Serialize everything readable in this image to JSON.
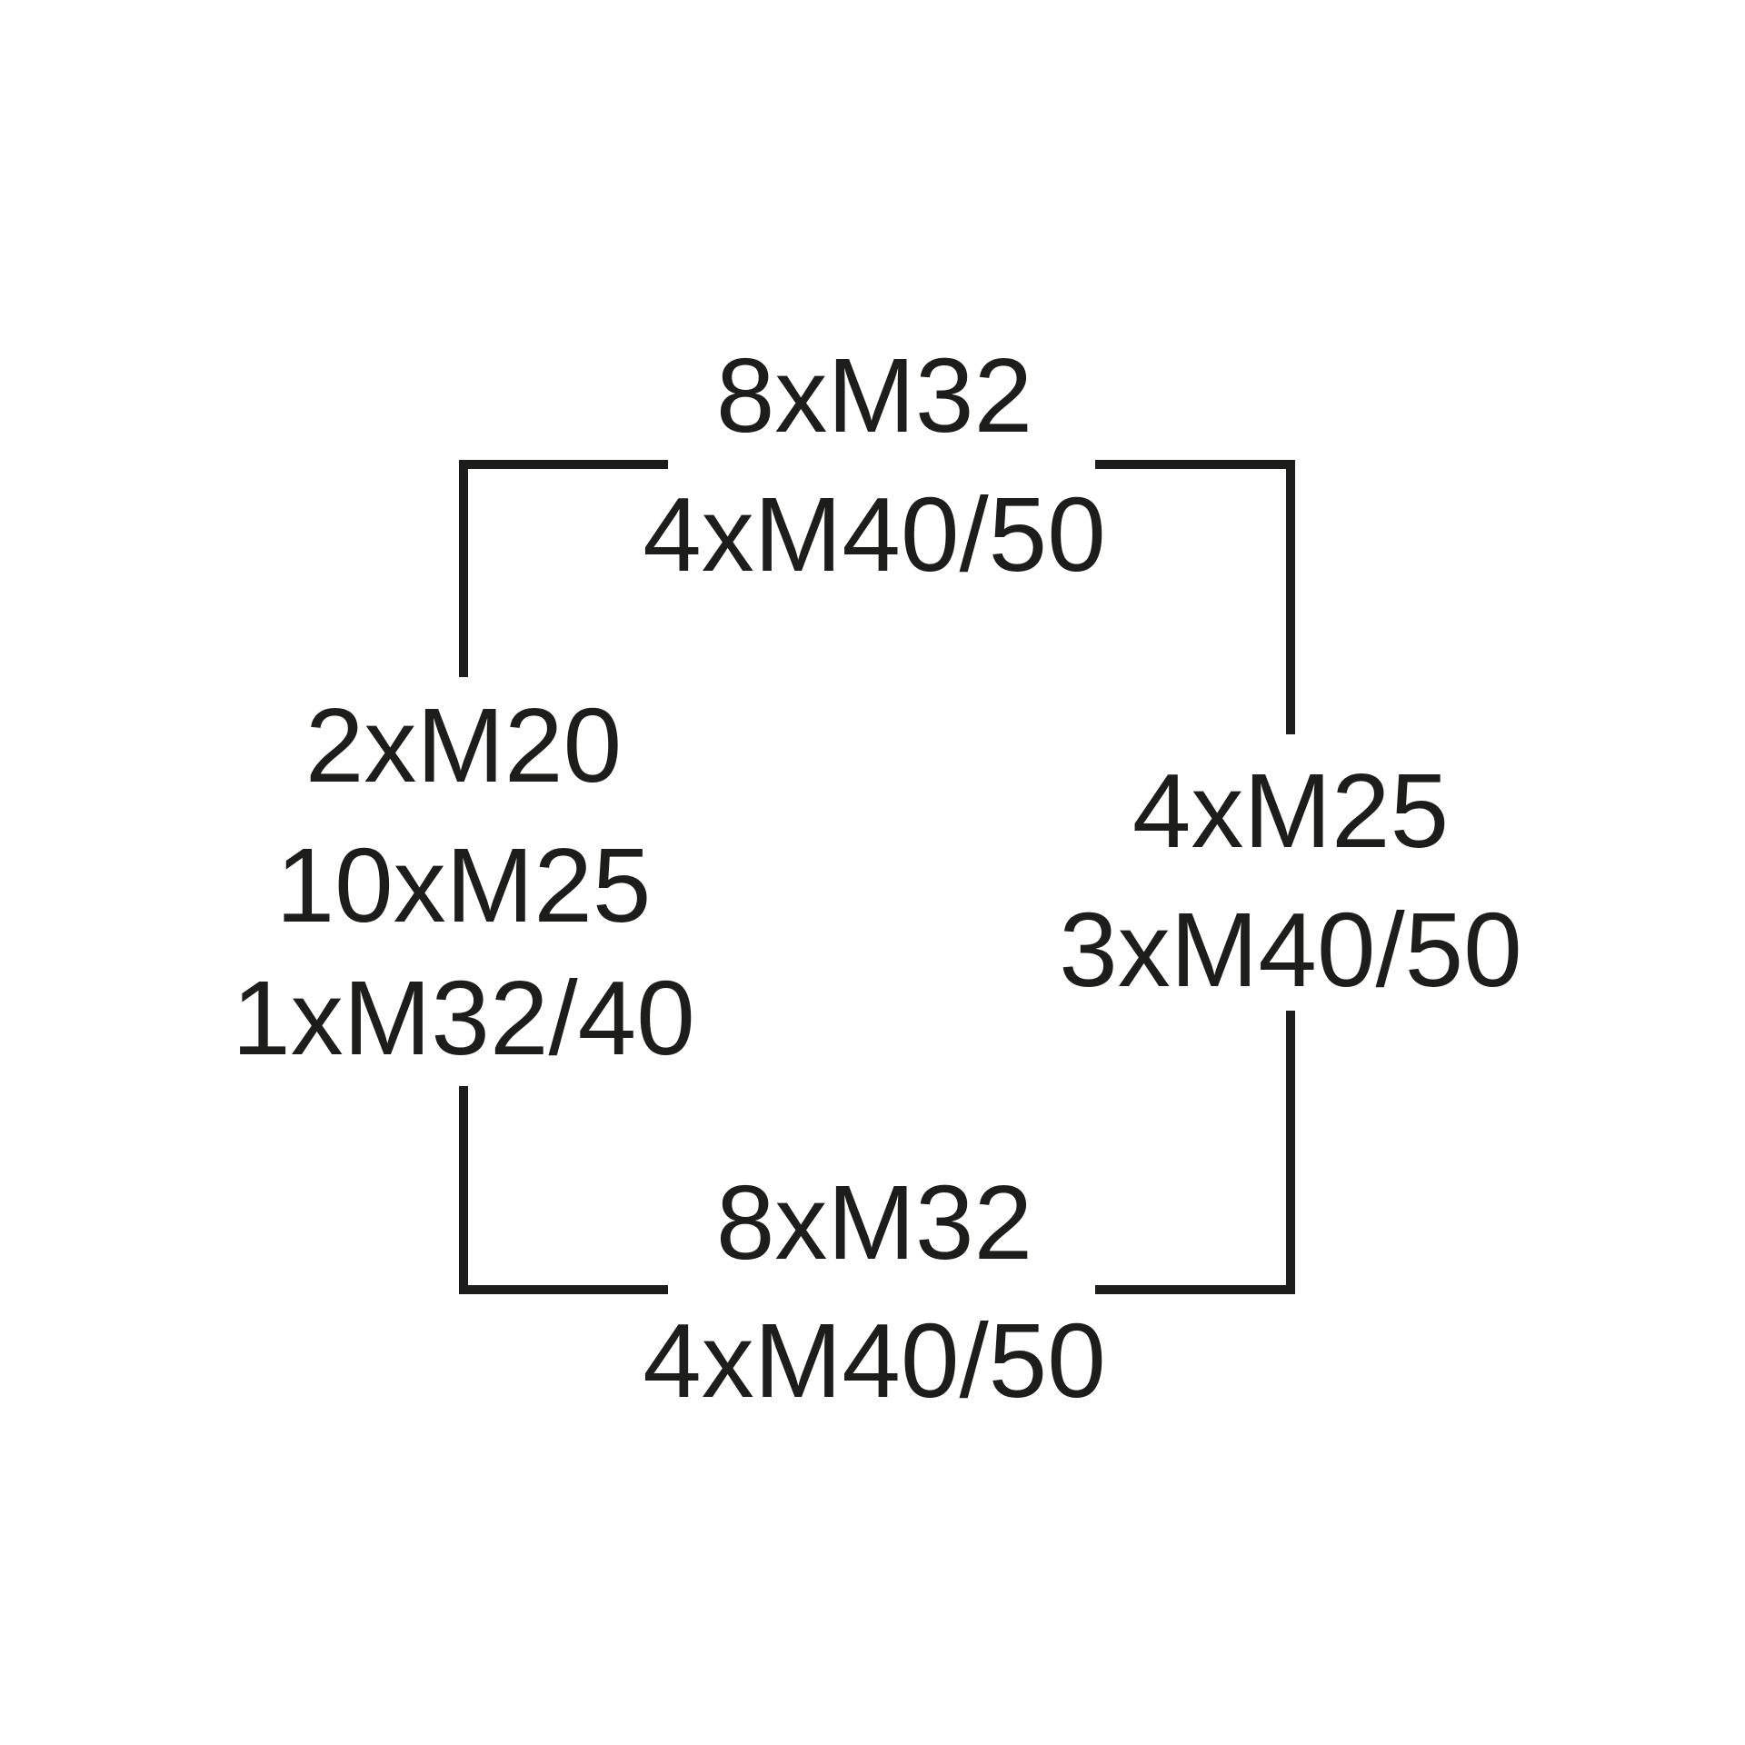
{
  "colors": {
    "line": "#1d1d1b",
    "text": "#1d1d1b",
    "background": "#ffffff"
  },
  "top": {
    "line1": "8xM32",
    "line2": "4xM40/50"
  },
  "left": {
    "line1": "2xM20",
    "line2": "10xM25",
    "line3": "1xM32/40"
  },
  "right": {
    "line1": "4xM25",
    "line2": "3xM40/50"
  },
  "bottom": {
    "line1": "8xM32",
    "line2": "4xM40/50"
  }
}
